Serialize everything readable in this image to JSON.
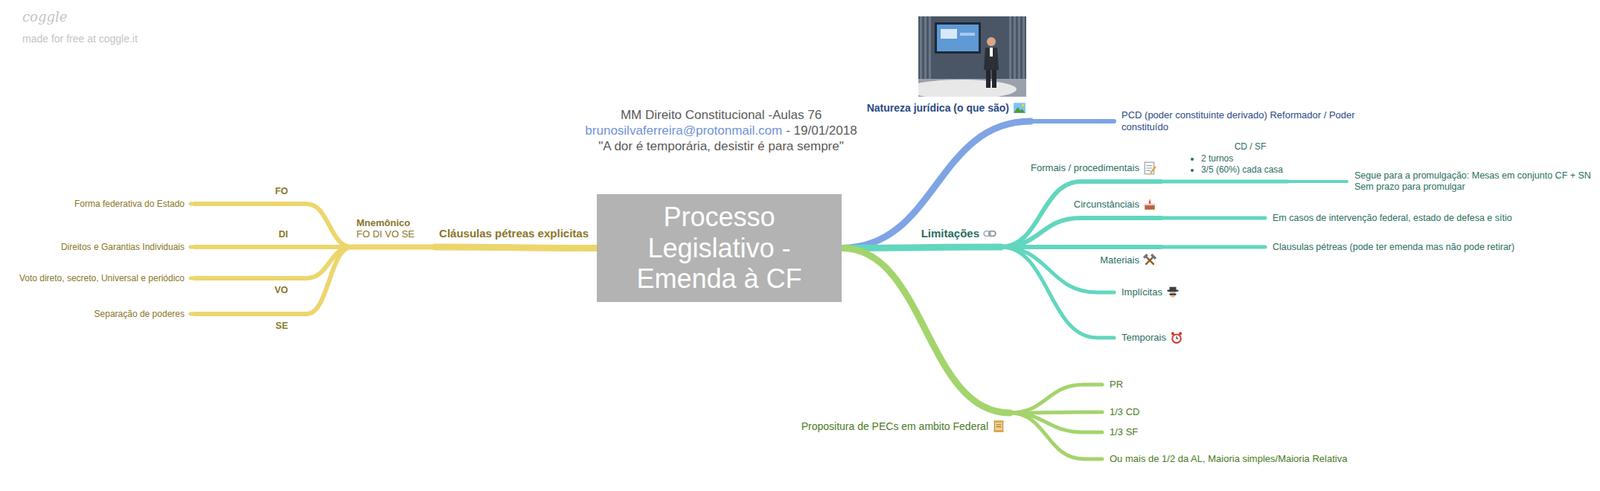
{
  "diagram": {
    "nodes": [
      {
        "text": [
          "Processo Legislativo - Emenda à CF"
        ]
      },
      {
        "text": [
          "Cláusulas pétreas explicitas"
        ]
      },
      {
        "text": [
          "Mnemônico",
          "FO DI VO SE"
        ]
      },
      {
        "text": [
          "FO"
        ]
      },
      {
        "text": [
          "Forma federativa do Estado"
        ]
      },
      {
        "text": [
          "DI"
        ]
      },
      {
        "text": [
          "Direitos e Garantias Individuais"
        ]
      },
      {
        "text": [
          "VO"
        ]
      },
      {
        "text": [
          "Voto direto, secreto, Universal e periódico"
        ]
      },
      {
        "text": [
          "SE"
        ]
      },
      {
        "text": [
          "Separação de poderes"
        ]
      },
      {
        "text": [
          "Natureza jurídica (o que são)"
        ]
      },
      {
        "text": [
          "PCD (poder constituinte derivado) Reformador / Poder constituído"
        ]
      },
      {
        "text": [
          "Limitações"
        ]
      },
      {
        "text": [
          "Formais / procedimentais"
        ]
      },
      {
        "text": [
          "CD / SF",
          "2 turnos",
          "3/5 (60%) cada casa"
        ]
      },
      {
        "text": [
          "Segue para a promulgação: Mesas em conjunto CF + SN Sem prazo para promulgar"
        ]
      },
      {
        "text": [
          "Circunstânciais"
        ]
      },
      {
        "text": [
          "Em casos de intervenção federal, estado de defesa e sítio"
        ]
      },
      {
        "text": [
          "Materiais"
        ]
      },
      {
        "text": [
          "Clausulas pétreas (pode ter emenda mas não pode retirar)"
        ]
      },
      {
        "text": [
          "Implícitas"
        ]
      },
      {
        "text": [
          "Temporais"
        ]
      },
      {
        "text": [
          "Propositura de PECs em ambito Federal"
        ]
      },
      {
        "text": [
          "PR"
        ]
      },
      {
        "text": [
          "1/3 CD"
        ]
      },
      {
        "text": [
          "1/3 SF"
        ]
      },
      {
        "text": [
          "Ou mais de 1/2 da AL, Maioria simples/Maioria Relativa"
        ]
      }
    ],
    "edges": [
      {
        "from": 0,
        "to": 1,
        "arrow": "none"
      },
      {
        "from": 1,
        "to": 2,
        "arrow": "none"
      },
      {
        "from": 2,
        "to": 3,
        "arrow": "none"
      },
      {
        "from": 3,
        "to": 4,
        "arrow": "none"
      },
      {
        "from": 2,
        "to": 5,
        "arrow": "none"
      },
      {
        "from": 5,
        "to": 6,
        "arrow": "none"
      },
      {
        "from": 2,
        "to": 7,
        "arrow": "none"
      },
      {
        "from": 7,
        "to": 8,
        "arrow": "none"
      },
      {
        "from": 2,
        "to": 9,
        "arrow": "none"
      },
      {
        "from": 9,
        "to": 10,
        "arrow": "none"
      },
      {
        "from": 0,
        "to": 11,
        "arrow": "none"
      },
      {
        "from": 11,
        "to": 12,
        "arrow": "none"
      },
      {
        "from": 0,
        "to": 13,
        "arrow": "none"
      },
      {
        "from": 13,
        "to": 14,
        "arrow": "none"
      },
      {
        "from": 14,
        "to": 15,
        "arrow": "none"
      },
      {
        "from": 15,
        "to": 16,
        "arrow": "none"
      },
      {
        "from": 13,
        "to": 17,
        "arrow": "none"
      },
      {
        "from": 17,
        "to": 18,
        "arrow": "none"
      },
      {
        "from": 13,
        "to": 19,
        "arrow": "none"
      },
      {
        "from": 19,
        "to": 20,
        "arrow": "none"
      },
      {
        "from": 13,
        "to": 21,
        "arrow": "none"
      },
      {
        "from": 13,
        "to": 22,
        "arrow": "none"
      },
      {
        "from": 0,
        "to": 23,
        "arrow": "none"
      },
      {
        "from": 23,
        "to": 24,
        "arrow": "none"
      },
      {
        "from": 23,
        "to": 25,
        "arrow": "none"
      },
      {
        "from": 23,
        "to": 26,
        "arrow": "none"
      },
      {
        "from": 23,
        "to": 27,
        "arrow": "none"
      }
    ],
    "labels": [
      "coggle",
      "made for free at coggle.it",
      "MM Direito Constitucional -Aulas 76",
      "brunosilvaferreira@protonmail.com",
      "- 19/01/2018",
      "\"A dor é temporária, desistir é para sempre\""
    ]
  }
}
